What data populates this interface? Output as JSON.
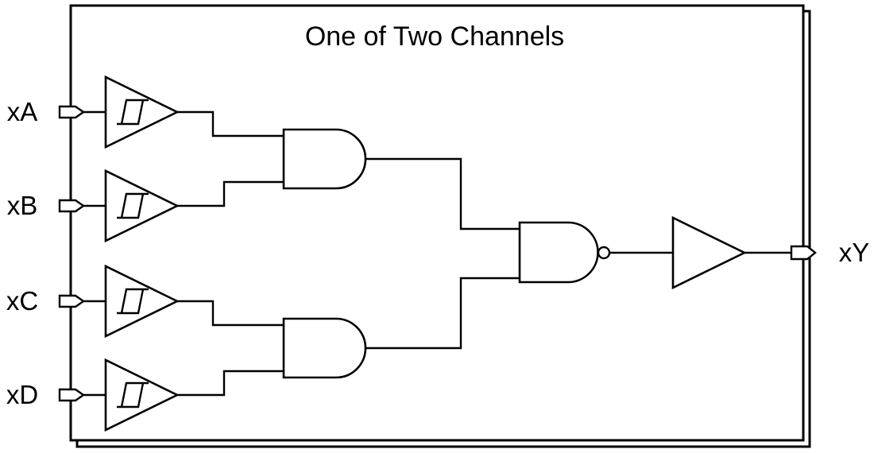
{
  "title": "One of Two Channels",
  "colors": {
    "line": "#000000",
    "background": "#ffffff"
  },
  "inputs": [
    {
      "label": "xA",
      "buffer": "schmitt-trigger-buffer"
    },
    {
      "label": "xB",
      "buffer": "schmitt-trigger-buffer"
    },
    {
      "label": "xC",
      "buffer": "schmitt-trigger-buffer"
    },
    {
      "label": "xD",
      "buffer": "schmitt-trigger-buffer"
    }
  ],
  "output": {
    "label": "xY",
    "buffer": "buffer"
  },
  "gates": [
    {
      "id": "and-top",
      "type": "AND",
      "inputs": [
        "xA",
        "xB"
      ]
    },
    {
      "id": "and-bottom",
      "type": "AND",
      "inputs": [
        "xC",
        "xD"
      ]
    },
    {
      "id": "nand",
      "type": "NAND",
      "inputs": [
        "and-top",
        "and-bottom"
      ]
    },
    {
      "id": "output-buffer",
      "type": "BUFFER",
      "inputs": [
        "nand"
      ],
      "output": "xY"
    }
  ],
  "channels": {
    "count": 2
  }
}
